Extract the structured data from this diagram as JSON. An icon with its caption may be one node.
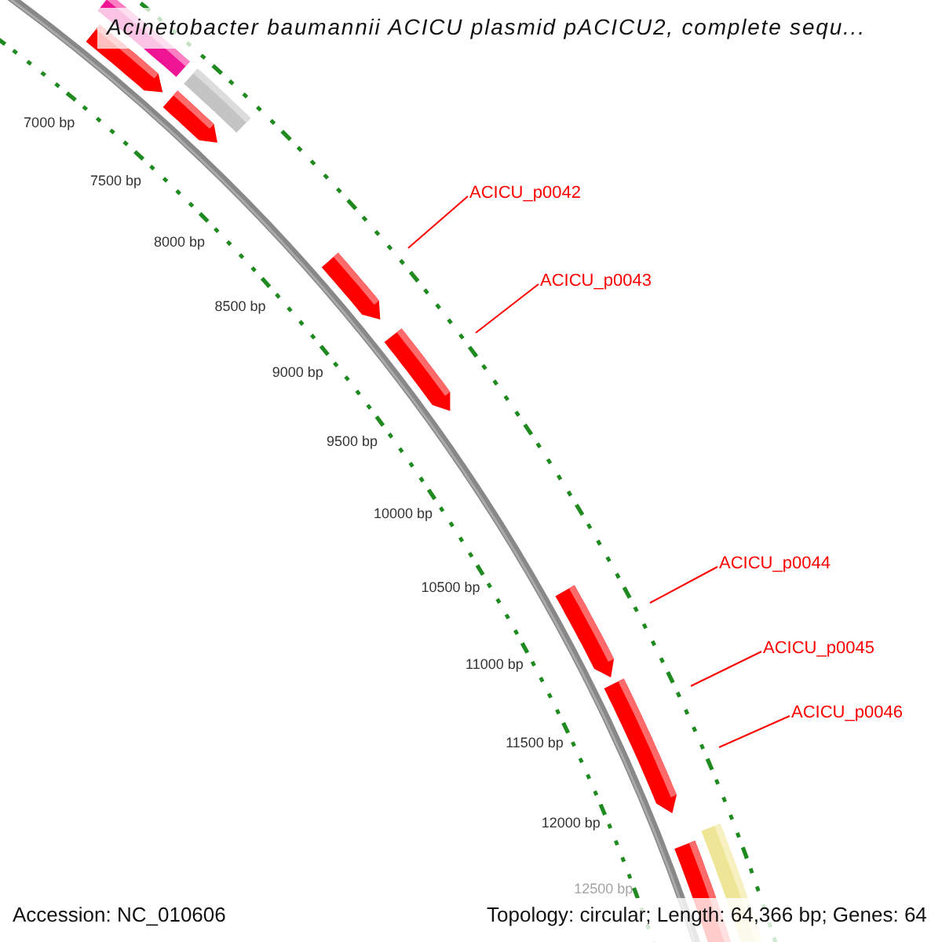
{
  "diagram": {
    "title": "Acinetobacter baumannii ACICU plasmid pACICU2, complete sequ...",
    "nodes": [
      {
        "text": [
          "ACICU_p0042"
        ]
      },
      {
        "text": [
          "ACICU_p0043"
        ]
      },
      {
        "text": [
          "ACICU_p0044"
        ]
      },
      {
        "text": [
          "ACICU_p0045"
        ]
      },
      {
        "text": [
          "ACICU_p0046"
        ]
      }
    ],
    "edges": [
      {
        "from": 0,
        "to": null,
        "arrow": "none",
        "color": "#ff0000"
      },
      {
        "from": 1,
        "to": null,
        "arrow": "none",
        "color": "#ff0000"
      },
      {
        "from": 2,
        "to": null,
        "arrow": "none",
        "color": "#ff0000"
      },
      {
        "from": 3,
        "to": null,
        "arrow": "none",
        "color": "#ff0000"
      },
      {
        "from": 4,
        "to": null,
        "arrow": "none",
        "color": "#ff0000"
      }
    ],
    "labels": [
      "7000 bp",
      "7500 bp",
      "8000 bp",
      "8500 bp",
      "9000 bp",
      "9500 bp",
      "10000 bp",
      "10500 bp",
      "11000 bp",
      "11500 bp",
      "12000 bp",
      "12500 bp",
      "Accession: NC_010606",
      "Topology: circular; Length: 64,366 bp; Genes: 64"
    ]
  }
}
